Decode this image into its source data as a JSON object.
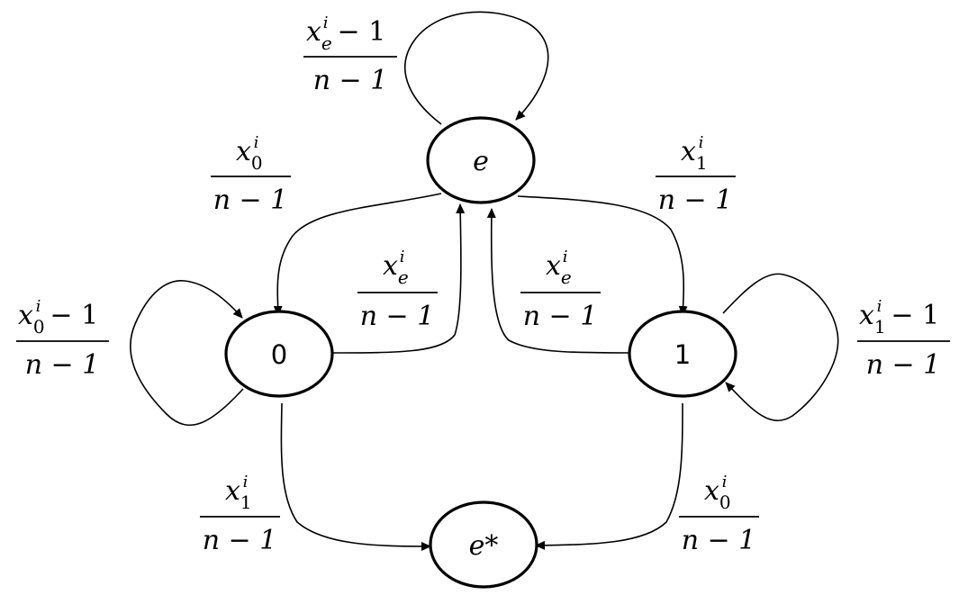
{
  "nodes": {
    "e": "e",
    "zero": "0",
    "one": "1",
    "estar": "e*"
  },
  "transitions": {
    "e_self": {
      "var": "x",
      "sub": "e",
      "sup": "i",
      "num_tail": "− 1",
      "den": "n − 1"
    },
    "e_to_zero": {
      "var": "x",
      "sub": "0",
      "sup": "i",
      "num_tail": "",
      "den": "n − 1"
    },
    "e_to_one": {
      "var": "x",
      "sub": "1",
      "sup": "i",
      "num_tail": "",
      "den": "n − 1"
    },
    "zero_to_e": {
      "var": "x",
      "sub": "e",
      "sup": "i",
      "num_tail": "",
      "den": "n − 1"
    },
    "one_to_e": {
      "var": "x",
      "sub": "e",
      "sup": "i",
      "num_tail": "",
      "den": "n − 1"
    },
    "zero_self": {
      "var": "x",
      "sub": "0",
      "sup": "i",
      "num_tail": "− 1",
      "den": "n − 1"
    },
    "one_self": {
      "var": "x",
      "sub": "1",
      "sup": "i",
      "num_tail": "− 1",
      "den": "n − 1"
    },
    "zero_to_estar": {
      "var": "x",
      "sub": "1",
      "sup": "i",
      "num_tail": "",
      "den": "n − 1"
    },
    "one_to_estar": {
      "var": "x",
      "sub": "0",
      "sup": "i",
      "num_tail": "",
      "den": "n − 1"
    }
  }
}
